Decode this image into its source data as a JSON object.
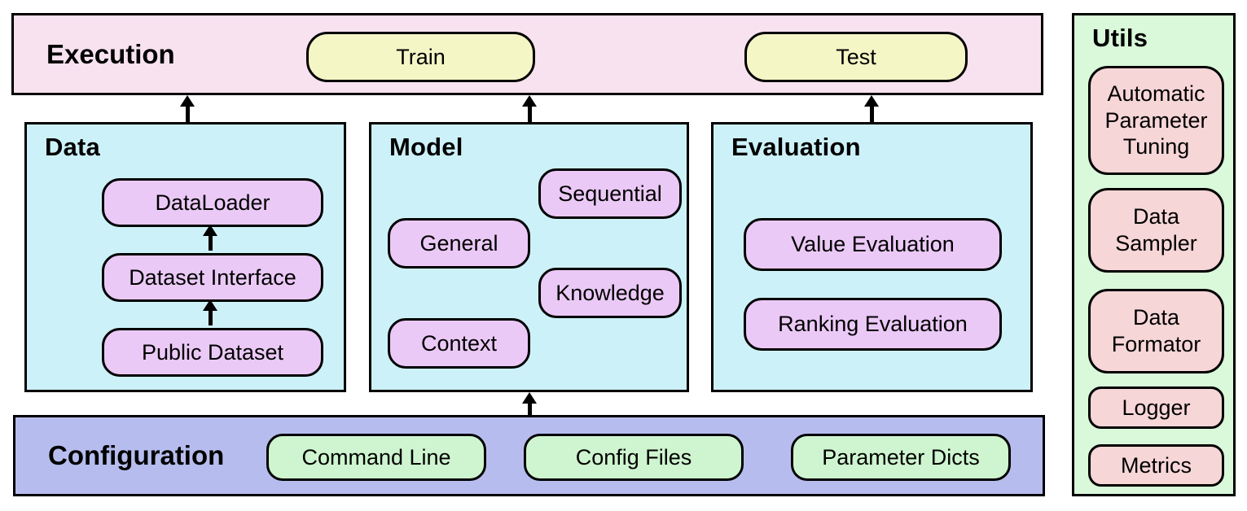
{
  "execution": {
    "title": "Execution",
    "actions": [
      "Train",
      "Test"
    ]
  },
  "data_module": {
    "title": "Data",
    "components": [
      "DataLoader",
      "Dataset Interface",
      "Public Dataset"
    ]
  },
  "model_module": {
    "title": "Model",
    "components": [
      "Sequential",
      "General",
      "Knowledge",
      "Context"
    ]
  },
  "evaluation_module": {
    "title": "Evaluation",
    "components": [
      "Value Evaluation",
      "Ranking Evaluation"
    ]
  },
  "configuration": {
    "title": "Configuration",
    "sources": [
      "Command Line",
      "Config Files",
      "Parameter Dicts"
    ]
  },
  "utils": {
    "title": "Utils",
    "components": [
      "Automatic Parameter Tuning",
      "Data Sampler",
      "Data Formator",
      "Logger",
      "Metrics"
    ]
  },
  "colors": {
    "execution_bg": "#f8e2ef",
    "action_bg": "#f4f6c6",
    "module_bg": "#cdf1f8",
    "component_bg": "#ebc9f6",
    "configuration_bg": "#b6bdee",
    "config_item_bg": "#cef5cf",
    "utils_bg": "#daf8da",
    "utils_item_bg": "#f7d6d7",
    "border": "#000000"
  }
}
